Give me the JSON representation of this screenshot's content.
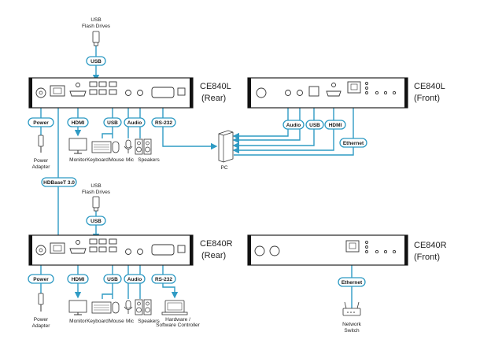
{
  "units": {
    "ce840l_rear": {
      "name": "CE840L",
      "side": "(Rear)"
    },
    "ce840l_front": {
      "name": "CE840L",
      "side": "(Front)"
    },
    "ce840r_rear": {
      "name": "CE840R",
      "side": "(Rear)"
    },
    "ce840r_front": {
      "name": "CE840R",
      "side": "(Front)"
    }
  },
  "badges": {
    "usb": "USB",
    "power": "Power",
    "hdmi": "HDMI",
    "audio": "Audio",
    "rs232": "RS-232",
    "ethernet": "Ethernet",
    "hdbaset": "HDBaseT 3.0"
  },
  "devices": {
    "usb_flash_line1": "USB",
    "usb_flash_line2": "Flash Drives",
    "power_adapter_line1": "Power",
    "power_adapter_line2": "Adapter",
    "monitor": "Monitor",
    "keyboard": "Keyboard",
    "mouse": "Mouse",
    "mic": "Mic",
    "speakers": "Speakers",
    "pc": "PC",
    "controller_line1": "Hardware /",
    "controller_line2": "Software Controller",
    "network_line1": "Network",
    "network_line2": "Switch"
  },
  "colors": {
    "cable": "#2f9bc4",
    "outline": "#222222"
  }
}
